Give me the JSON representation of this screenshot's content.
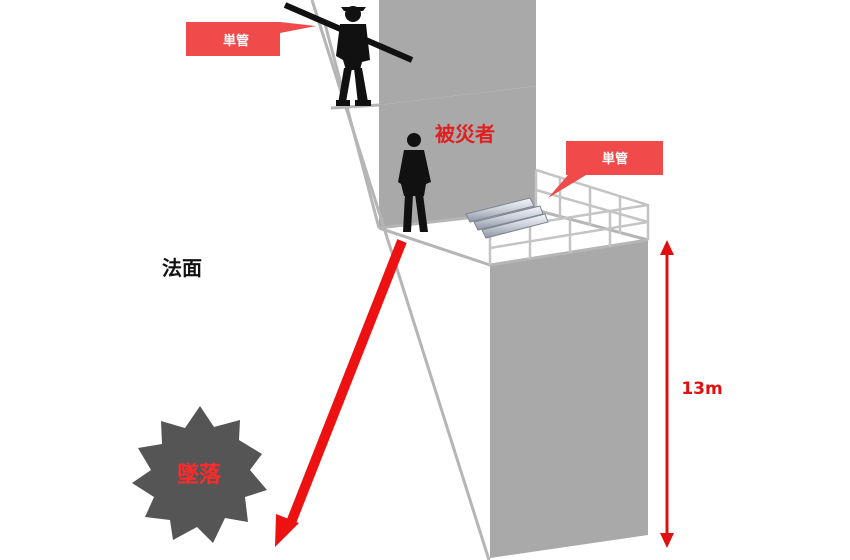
{
  "labels": {
    "pipe_top": "単管",
    "pipe_platform": "単管",
    "victim": "被災者",
    "slope": "法面",
    "fall": "墜落",
    "height": "13m"
  },
  "colors": {
    "callout_red": "#f04a4a",
    "arrow_red": "#ee1111",
    "victim_text": "#e02020",
    "fall_text": "#ff2a2a",
    "wall_gray": "#a9a9a9",
    "burst_gray": "#555555",
    "height_arrow": "#e01010"
  },
  "icons": {
    "worker_carrying": "worker-carrying-pipe-icon",
    "worker_standing": "worker-standing-icon",
    "pipes": "pipe-bundle-icon",
    "burst": "impact-burst-icon"
  }
}
